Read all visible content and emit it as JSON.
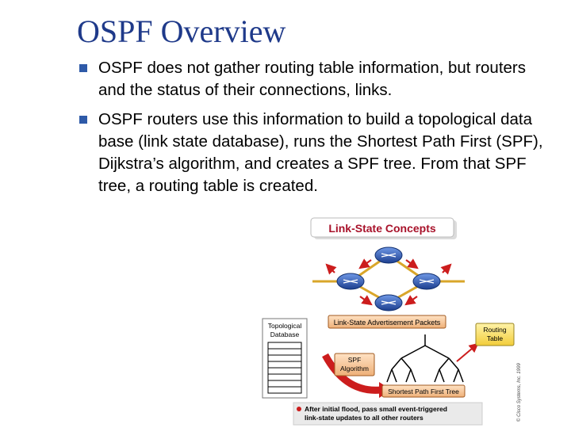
{
  "slide": {
    "title": "OSPF Overview",
    "bullets": [
      "OSPF does not gather routing table information, but routers and the status of their connections, links.",
      "OSPF routers use this information to build a topological data base (link state database), runs the Shortest Path First (SPF), Dijkstra’s algorithm, and creates a SPF tree.  From that SPF tree, a routing table is created."
    ]
  },
  "figure": {
    "heading": "Link-State Concepts",
    "lsa_label": "Link-State Advertisement Packets",
    "topo_line1": "Topological",
    "topo_line2": "Database",
    "spf_line1": "SPF",
    "spf_line2": "Algorithm",
    "tree_label": "Shortest Path First Tree",
    "routing_line1": "Routing",
    "routing_line2": "Table",
    "note_line1": "After initial flood, pass small event-triggered",
    "note_line2": "link-state updates to all other routers",
    "copyright": "© Cisco Systems, Inc. 1999",
    "colors": {
      "title": "#1f3a8a",
      "bullet": "#2e5aa8",
      "heading": "#a8122a",
      "router": "#2f5fb8",
      "arrow": "#cc1d1d",
      "label_box": "#f3c79d"
    }
  }
}
